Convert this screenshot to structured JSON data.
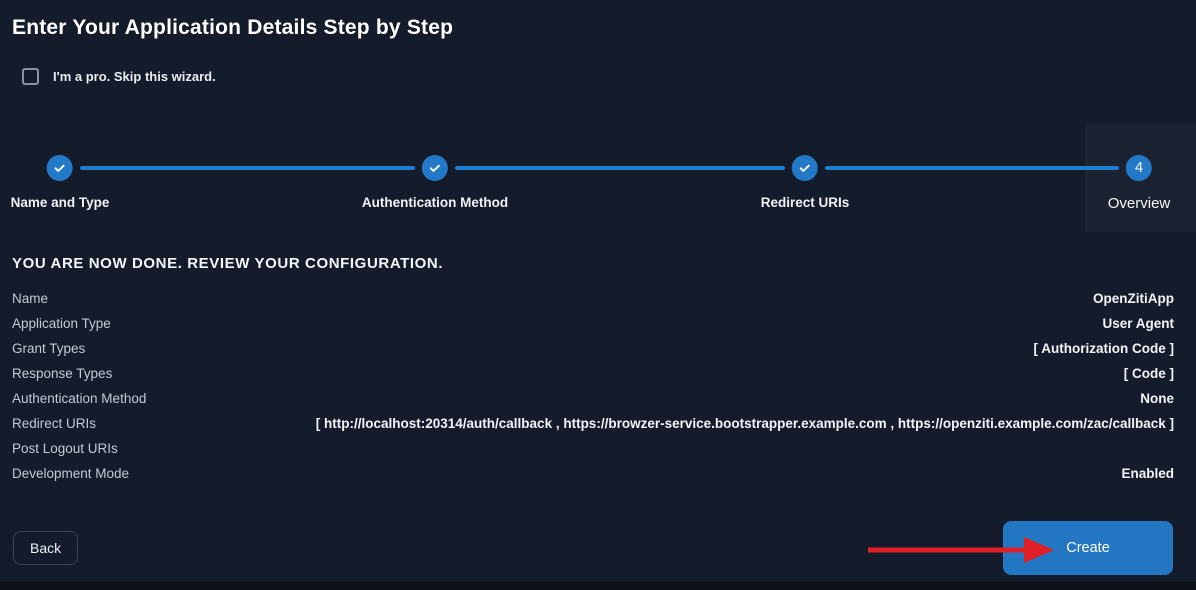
{
  "colors": {
    "background": "#141b2a",
    "panel_highlight": "#1b2332",
    "accent_blue": "#2379c7",
    "connector_blue": "#1e7ed2",
    "button_blue": "#2376c2",
    "annotation_red": "#e01f26"
  },
  "header": {
    "title": "Enter Your Application Details Step by Step"
  },
  "skip": {
    "label": "I'm a pro. Skip this wizard.",
    "checked": false
  },
  "stepper": {
    "steps": [
      {
        "label": "Name and Type",
        "status": "complete",
        "indicator": "check"
      },
      {
        "label": "Authentication Method",
        "status": "complete",
        "indicator": "check"
      },
      {
        "label": "Redirect URIs",
        "status": "complete",
        "indicator": "check"
      },
      {
        "label": "Overview",
        "status": "current",
        "indicator": "4"
      }
    ]
  },
  "review": {
    "heading": "YOU ARE NOW DONE. REVIEW YOUR CONFIGURATION.",
    "rows": [
      {
        "label": "Name",
        "value": "OpenZitiApp"
      },
      {
        "label": "Application Type",
        "value": "User Agent"
      },
      {
        "label": "Grant Types",
        "value": "[ Authorization Code ]"
      },
      {
        "label": "Response Types",
        "value": "[ Code ]"
      },
      {
        "label": "Authentication Method",
        "value": "None"
      },
      {
        "label": "Redirect URIs",
        "value": "[ http://localhost:20314/auth/callback , https://browzer-service.bootstrapper.example.com , https://openziti.example.com/zac/callback ]"
      },
      {
        "label": "Post Logout URIs",
        "value": ""
      },
      {
        "label": "Development Mode",
        "value": "Enabled"
      }
    ]
  },
  "actions": {
    "back_label": "Back",
    "create_label": "Create"
  },
  "annotation": {
    "description": "red arrow pointing at Create button"
  }
}
